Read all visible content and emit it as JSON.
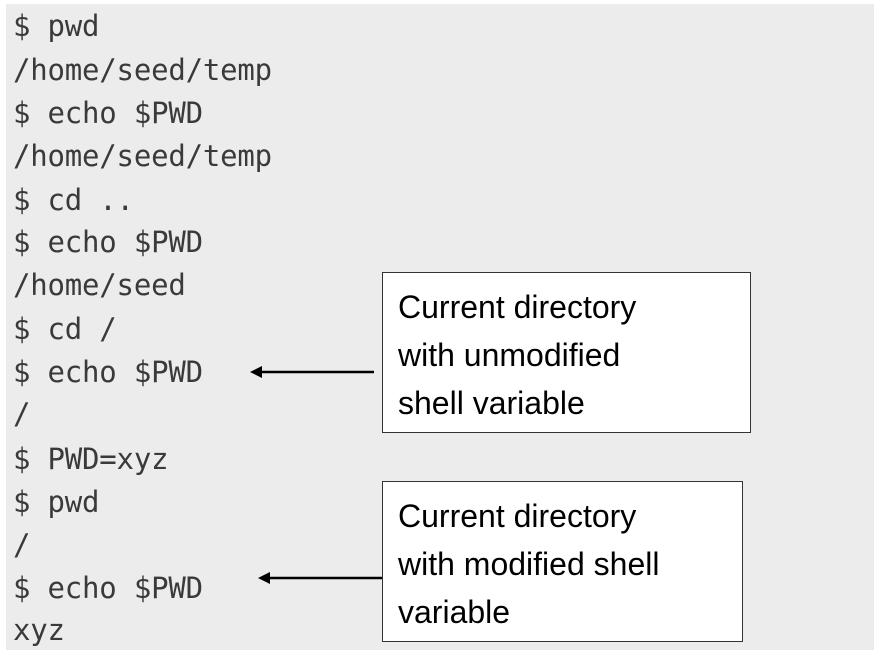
{
  "terminal": {
    "lines": [
      "$ pwd",
      "/home/seed/temp",
      "$ echo $PWD",
      "/home/seed/temp",
      "$ cd ..",
      "$ echo $PWD",
      "/home/seed",
      "$ cd /",
      "$ echo $PWD",
      "/",
      "$ PWD=xyz",
      "$ pwd",
      "/",
      "$ echo $PWD",
      "xyz"
    ]
  },
  "callouts": {
    "unmodified": {
      "lines": [
        "Current directory",
        "with unmodified",
        "shell variable"
      ]
    },
    "modified": {
      "lines": [
        "Current directory",
        "with modified shell",
        "variable"
      ]
    }
  },
  "colors": {
    "background": "#ececec",
    "terminal_text": "#3a3a3a",
    "callout_border": "#333333"
  }
}
